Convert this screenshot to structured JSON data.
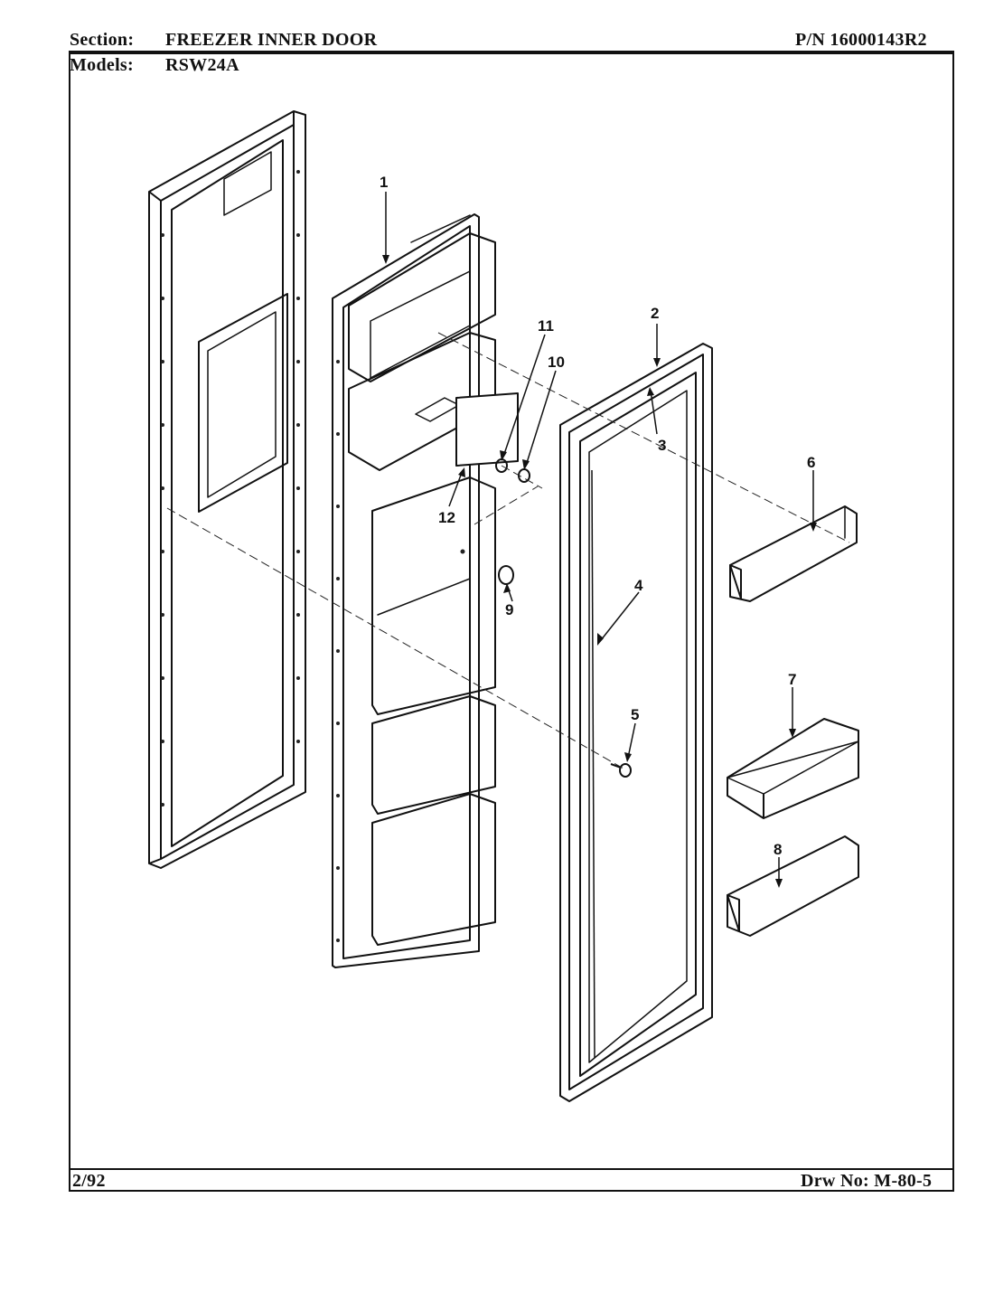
{
  "header": {
    "section_label": "Section:",
    "section_value": "FREEZER INNER DOOR",
    "part_number": "P/N 16000143R2",
    "models_label": "Models:",
    "models_value": "RSW24A"
  },
  "footer": {
    "date": "2/92",
    "drawing_number": "Drw No: M-80-5"
  },
  "callouts": [
    "1",
    "2",
    "3",
    "4",
    "5",
    "6",
    "7",
    "8",
    "9",
    "10",
    "11",
    "12"
  ]
}
